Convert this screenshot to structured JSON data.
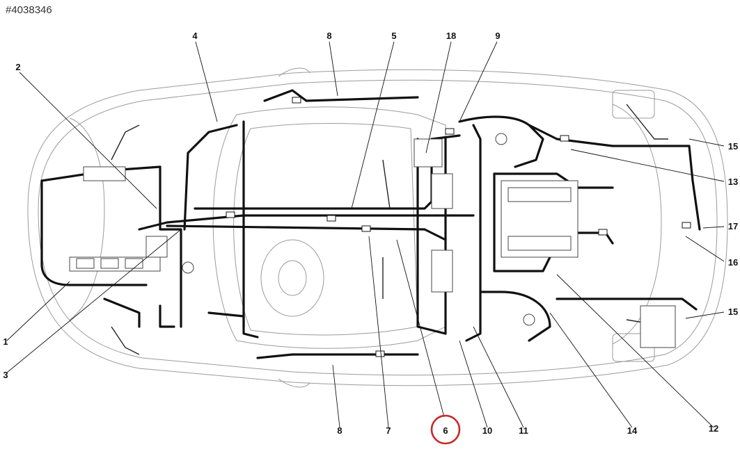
{
  "header": {
    "page_id": "#4038346"
  },
  "callouts": [
    {
      "id": "c4",
      "label": "4"
    },
    {
      "id": "c8t",
      "label": "8"
    },
    {
      "id": "c5",
      "label": "5"
    },
    {
      "id": "c18",
      "label": "18"
    },
    {
      "id": "c9",
      "label": "9"
    },
    {
      "id": "c2",
      "label": "2"
    },
    {
      "id": "c15a",
      "label": "15"
    },
    {
      "id": "c13",
      "label": "13"
    },
    {
      "id": "c17",
      "label": "17"
    },
    {
      "id": "c16",
      "label": "16"
    },
    {
      "id": "c15b",
      "label": "15"
    },
    {
      "id": "c1",
      "label": "1"
    },
    {
      "id": "c3",
      "label": "3"
    },
    {
      "id": "c8b",
      "label": "8"
    },
    {
      "id": "c7",
      "label": "7"
    },
    {
      "id": "c6",
      "label": "6"
    },
    {
      "id": "c10",
      "label": "10"
    },
    {
      "id": "c11",
      "label": "11"
    },
    {
      "id": "c14",
      "label": "14"
    },
    {
      "id": "c12",
      "label": "12"
    }
  ],
  "highlight": {
    "callout": "6",
    "color": "#c62828"
  },
  "colors": {
    "harness": "#111111",
    "body_outline": "#9a9a9a"
  }
}
